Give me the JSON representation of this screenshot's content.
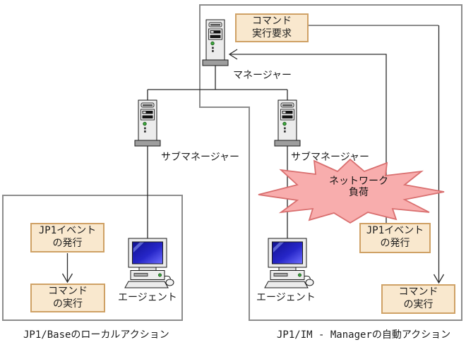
{
  "diagram": {
    "regions": {
      "local_action": {
        "caption": "JP1/Baseのローカルアクション"
      },
      "auto_action": {
        "caption": "JP1/IM - Managerの自動アクション"
      }
    },
    "node_labels": {
      "manager": "マネージャー",
      "submanager_left": "サブマネージャー",
      "submanager_right": "サブマネージャー",
      "agent_left": "エージェント",
      "agent_right": "エージェント"
    },
    "boxes": {
      "command_request": {
        "line1": "コマンド",
        "line2": "実行要求"
      },
      "jp1_event_local": {
        "line1": "JP1イベント",
        "line2": "の発行"
      },
      "command_exec_local": {
        "line1": "コマンド",
        "line2": "の実行"
      },
      "jp1_event_auto": {
        "line1": "JP1イベント",
        "line2": "の発行"
      },
      "command_exec_auto": {
        "line1": "コマンド",
        "line2": "の実行"
      }
    },
    "burst": {
      "line1": "ネットワーク",
      "line2": "負荷"
    },
    "icons": {
      "manager": "server-tower-icon",
      "submanager_left": "server-tower-icon",
      "submanager_right": "server-tower-icon",
      "agent_left": "desktop-computer-icon",
      "agent_right": "desktop-computer-icon"
    },
    "colors": {
      "box_fill": "#f9e8ce",
      "box_border": "#cfa165",
      "burst_fill": "#f8adad",
      "burst_border": "#d96f6f",
      "region_border": "#8c8c8c",
      "line": "#2b2b2b",
      "screen_blue": "#2626c8",
      "led_green": "#3fae3f"
    }
  }
}
